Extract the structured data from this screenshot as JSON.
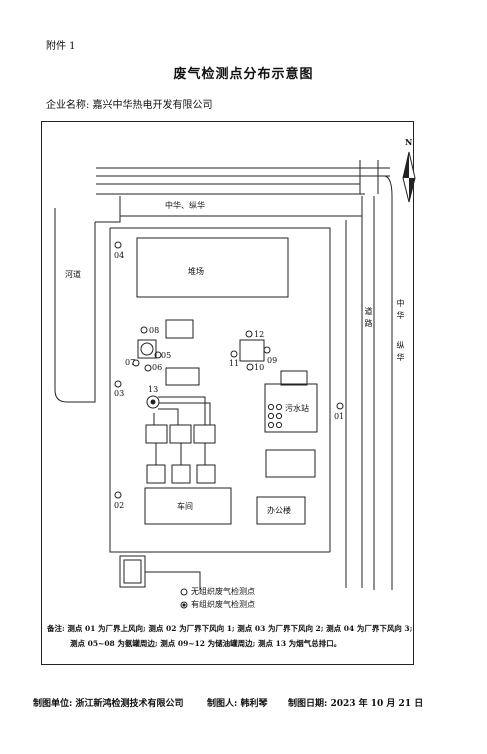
{
  "header": {
    "attachment": "附件 1",
    "title": "废气检测点分布示意图",
    "company_label": "企业名称: 嘉兴中华热电开发有限公司"
  },
  "map": {
    "north": "N",
    "road_top": "中华、纵华",
    "river": "河道",
    "road_inner": "道路",
    "road_right_1": "中华",
    "road_right_2": "纵华",
    "stockyard": "堆场",
    "sewage": "污水站",
    "workshop": "车间",
    "office": "办公楼",
    "points": {
      "p01": "01",
      "p02": "02",
      "p03": "03",
      "p04": "04",
      "p05": "05",
      "p06": "06",
      "p07": "07",
      "p08": "08",
      "p09": "09",
      "p10": "10",
      "p11": "11",
      "p12": "12",
      "p13": "13"
    }
  },
  "legend": {
    "unorganized": "无组织废气检测点",
    "organized": "有组织废气检测点"
  },
  "notes": {
    "line1": "备注: 测点 01 为厂界上风向; 测点 02 为厂界下风向 1; 测点 03 为厂界下风向 2; 测点 04 为厂界下风向 3;",
    "line2": "测点 05~08 为氨罐周边; 测点 09~12 为储油罐周边; 测点 13 为烟气总排口。"
  },
  "footer": {
    "unit": "制图单位: 浙江新鸿检测技术有限公司",
    "maker": "制图人: 韩利琴",
    "date": "制图日期: 2023 年 10 月 21 日"
  }
}
